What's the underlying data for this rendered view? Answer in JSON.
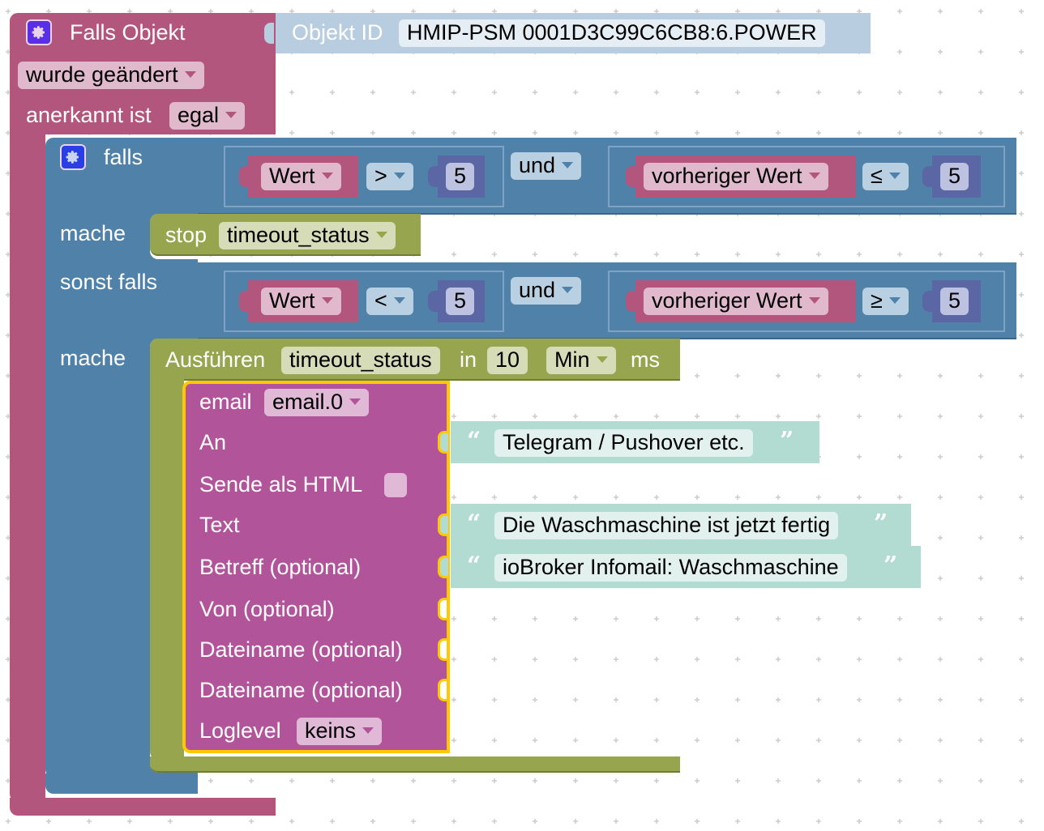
{
  "trigger": {
    "title": "Falls Objekt",
    "event_dropdown": "wurde geändert",
    "ack_label": "anerkannt ist",
    "ack_dropdown": "egal",
    "object_id_label": "Objekt ID",
    "object_id_value": "HMIP-PSM 0001D3C99C6CB8:6.POWER"
  },
  "if_block": {
    "falls_label": "falls",
    "mache_label": "mache",
    "sonst_falls_label": "sonst falls",
    "mache2_label": "mache",
    "cond1": {
      "left_var": "Wert",
      "left_op": ">",
      "left_num": "5",
      "logic": "und",
      "right_var": "vorheriger Wert",
      "right_op": "≤",
      "right_num": "5"
    },
    "cond2": {
      "left_var": "Wert",
      "left_op": "<",
      "left_num": "5",
      "logic": "und",
      "right_var": "vorheriger Wert",
      "right_op": "≥",
      "right_num": "5"
    }
  },
  "stop_block": {
    "label": "stop",
    "timer": "timeout_status"
  },
  "timeout_block": {
    "label": "Ausführen",
    "timer": "timeout_status",
    "in_label": "in",
    "delay": "10",
    "unit": "Min",
    "ms_label": "ms"
  },
  "email_block": {
    "label": "email",
    "instance": "email.0",
    "to_label": "An",
    "to_value": "Telegram / Pushover etc.",
    "html_label": "Sende als HTML",
    "html_checked": false,
    "text_label": "Text",
    "text_value": "Die Waschmaschine ist jetzt fertig",
    "subject_label": "Betreff (optional)",
    "subject_value": "ioBroker Infomail: Waschmaschine",
    "from_label": "Von (optional)",
    "file1_label": "Dateiname (optional)",
    "file2_label": "Dateiname (optional)",
    "loglevel_label": "Loglevel",
    "loglevel_value": "keins"
  },
  "colors": {
    "trigger": "#b2567e",
    "object_id": "#b8cde0",
    "logic": "#5081a8",
    "number": "#5b67a5",
    "timeout": "#97a54e",
    "email": "#b2549a",
    "text": "#b2dbd2",
    "selected_outline": "#ffc800",
    "gear": "#5a2ee6"
  }
}
